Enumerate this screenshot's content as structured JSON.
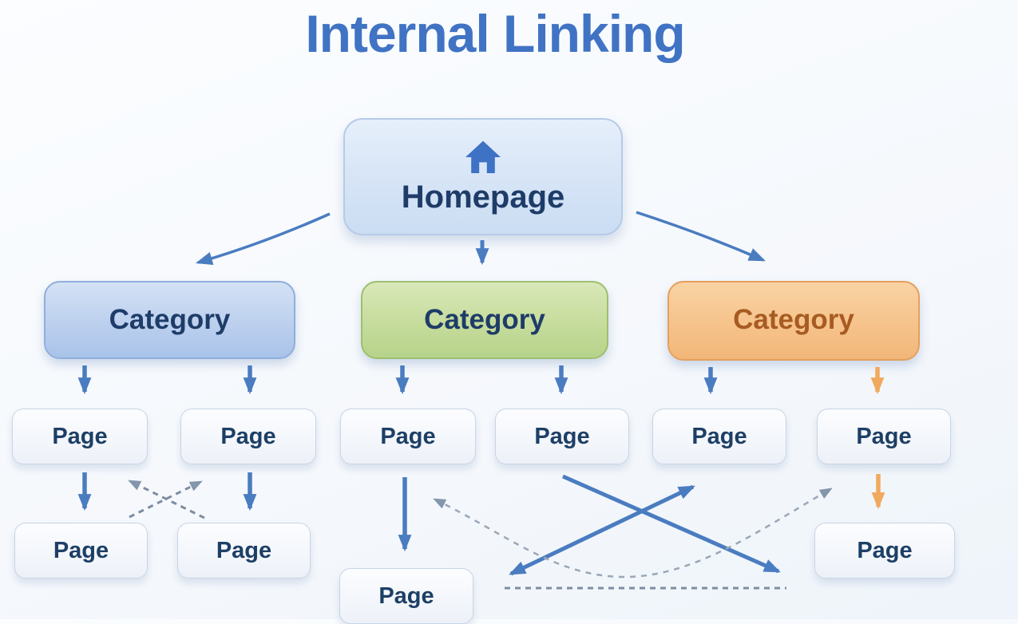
{
  "title": "Internal Linking",
  "colors": {
    "title_text": "#4173c4",
    "node_text": "#1e3c68",
    "orange_category_text": "#a75b22",
    "solid_arrow": "#4a7cc0",
    "orange_arrow": "#f1a95f",
    "dashed_arrow": "#7d8da2",
    "blue_category_fill": "#bcd0ee",
    "green_category_fill": "#c6dc9c",
    "orange_category_fill": "#f6c38b",
    "homepage_fill": "#d6e4f6",
    "page_fill": "#f3f6fb"
  },
  "nodes": {
    "homepage": {
      "label": "Homepage",
      "icon": "home-icon"
    },
    "categories": [
      {
        "label": "Category",
        "variant": "blue"
      },
      {
        "label": "Category",
        "variant": "green"
      },
      {
        "label": "Category",
        "variant": "orange"
      }
    ],
    "pages_row1": [
      "Page",
      "Page",
      "Page",
      "Page",
      "Page",
      "Page"
    ],
    "pages_row2_left": [
      "Page",
      "Page"
    ],
    "page_bottom_center": "Page",
    "page_bottom_right": "Page"
  },
  "edges": {
    "solid": [
      "homepage -> category-1",
      "homepage -> category-2",
      "homepage -> category-3",
      "category-1 -> page-1",
      "category-1 -> page-2",
      "category-2 -> page-3",
      "category-2 -> page-4",
      "category-3 -> page-5",
      "category-3 -> page-6 (orange)",
      "page-1 -> page-1b",
      "page-2 -> page-2b",
      "page-3 -> page-bottom-center",
      "page-6 -> page-bottom-right (orange)",
      "page-4 -> page-bottom-right",
      "page-bottom-center <-> page-5"
    ],
    "dashed": [
      "page-2b -> page-1",
      "page-1b -> page-2",
      "page-bottom-center -> page-3",
      "page-bottom -> page-6",
      "horizontal link under bottom row"
    ]
  }
}
